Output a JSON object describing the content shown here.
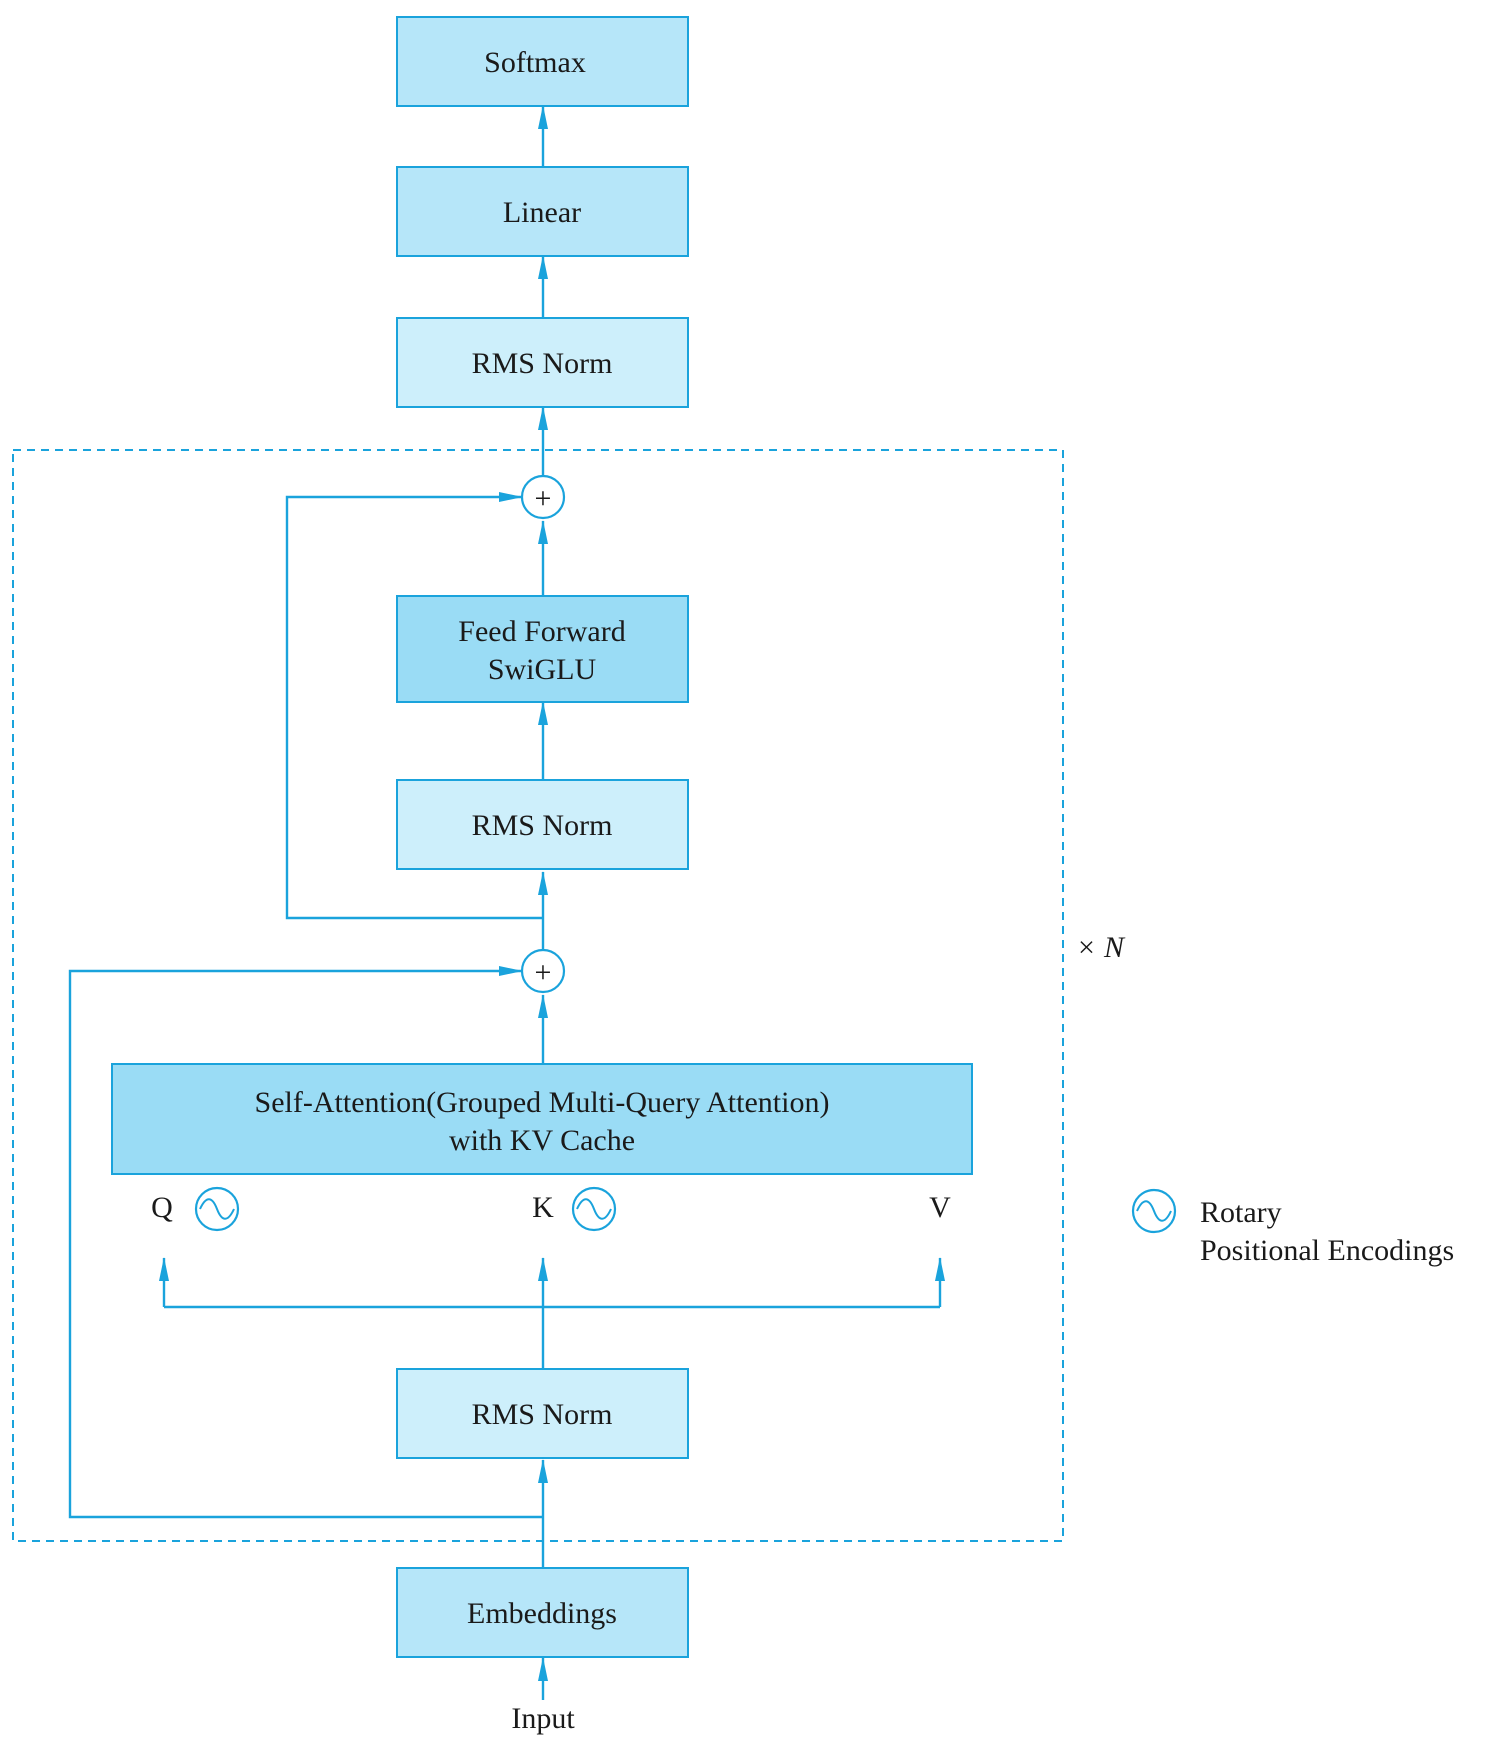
{
  "colors": {
    "line": "#1aa3dc",
    "box_dark": "#9adcf5",
    "box_mid": "#b6e6f9",
    "box_light": "#cdeffb",
    "text": "#1a1a1a"
  },
  "nodes": {
    "softmax": {
      "label": "Softmax"
    },
    "linear": {
      "label": "Linear"
    },
    "rms_top": {
      "label": "RMS Norm"
    },
    "feed_forward": {
      "line1": "Feed Forward",
      "line2": "SwiGLU"
    },
    "rms_mid": {
      "label": "RMS Norm"
    },
    "attention": {
      "line1": "Self-Attention(Grouped Multi-Query Attention)",
      "line2": "with KV Cache"
    },
    "rms_bottom": {
      "label": "RMS Norm"
    },
    "embeddings": {
      "label": "Embeddings"
    }
  },
  "labels": {
    "input": "Input",
    "q": "Q",
    "k": "K",
    "v": "V",
    "plus_symbol": "+",
    "repeat_times": "×",
    "repeat_n": "N"
  },
  "legend": {
    "icon": "rotary-wave-icon",
    "line1": "Rotary",
    "line2": "Positional Encodings"
  }
}
